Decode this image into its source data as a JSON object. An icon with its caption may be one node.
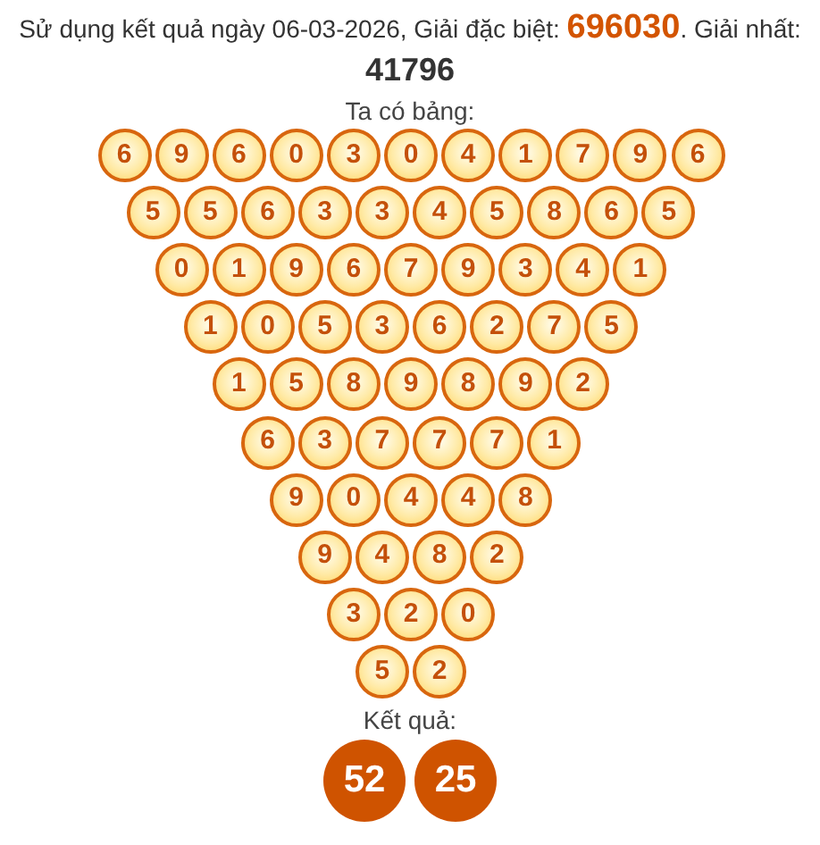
{
  "diagram": {
    "title": "Sử dụng kết quả ngày 06-03-2026, Giải đặc biệt: **696030**. Giải nhất: **41796**",
    "nodes": [
      {
        "text": [
          "6"
        ]
      },
      {
        "text": [
          "9"
        ]
      },
      {
        "text": [
          "6"
        ]
      },
      {
        "text": [
          "0"
        ]
      },
      {
        "text": [
          "3"
        ]
      },
      {
        "text": [
          "0"
        ]
      },
      {
        "text": [
          "4"
        ]
      },
      {
        "text": [
          "1"
        ]
      },
      {
        "text": [
          "7"
        ]
      },
      {
        "text": [
          "9"
        ]
      },
      {
        "text": [
          "6"
        ]
      },
      {
        "text": [
          "5"
        ]
      },
      {
        "text": [
          "5"
        ]
      },
      {
        "text": [
          "6"
        ]
      },
      {
        "text": [
          "3"
        ]
      },
      {
        "text": [
          "3"
        ]
      },
      {
        "text": [
          "4"
        ]
      },
      {
        "text": [
          "5"
        ]
      },
      {
        "text": [
          "8"
        ]
      },
      {
        "text": [
          "6"
        ]
      },
      {
        "text": [
          "5"
        ]
      },
      {
        "text": [
          "0"
        ]
      },
      {
        "text": [
          "1"
        ]
      },
      {
        "text": [
          "9"
        ]
      },
      {
        "text": [
          "6"
        ]
      },
      {
        "text": [
          "7"
        ]
      },
      {
        "text": [
          "9"
        ]
      },
      {
        "text": [
          "3"
        ]
      },
      {
        "text": [
          "4"
        ]
      },
      {
        "text": [
          "1"
        ]
      },
      {
        "text": [
          "1"
        ]
      },
      {
        "text": [
          "0"
        ]
      },
      {
        "text": [
          "5"
        ]
      },
      {
        "text": [
          "3"
        ]
      },
      {
        "text": [
          "6"
        ]
      },
      {
        "text": [
          "2"
        ]
      },
      {
        "text": [
          "7"
        ]
      },
      {
        "text": [
          "5"
        ]
      },
      {
        "text": [
          "1"
        ]
      },
      {
        "text": [
          "5"
        ]
      },
      {
        "text": [
          "8"
        ]
      },
      {
        "text": [
          "9"
        ]
      },
      {
        "text": [
          "8"
        ]
      },
      {
        "text": [
          "9"
        ]
      },
      {
        "text": [
          "2"
        ]
      },
      {
        "text": [
          "6"
        ]
      },
      {
        "text": [
          "3"
        ]
      },
      {
        "text": [
          "7"
        ]
      },
      {
        "text": [
          "7"
        ]
      },
      {
        "text": [
          "7"
        ]
      },
      {
        "text": [
          "1"
        ]
      },
      {
        "text": [
          "9"
        ]
      },
      {
        "text": [
          "0"
        ]
      },
      {
        "text": [
          "4"
        ]
      },
      {
        "text": [
          "4"
        ]
      },
      {
        "text": [
          "8"
        ]
      },
      {
        "text": [
          "9"
        ]
      },
      {
        "text": [
          "4"
        ]
      },
      {
        "text": [
          "8"
        ]
      },
      {
        "text": [
          "2"
        ]
      },
      {
        "text": [
          "3"
        ]
      },
      {
        "text": [
          "2"
        ]
      },
      {
        "text": [
          "0"
        ]
      },
      {
        "text": [
          "5"
        ]
      },
      {
        "text": [
          "2"
        ]
      },
      {
        "text": [
          "52"
        ]
      },
      {
        "text": [
          "25"
        ]
      }
    ],
    "labels": [
      "Ta có bảng:",
      "Kết quả:"
    ]
  }
}
